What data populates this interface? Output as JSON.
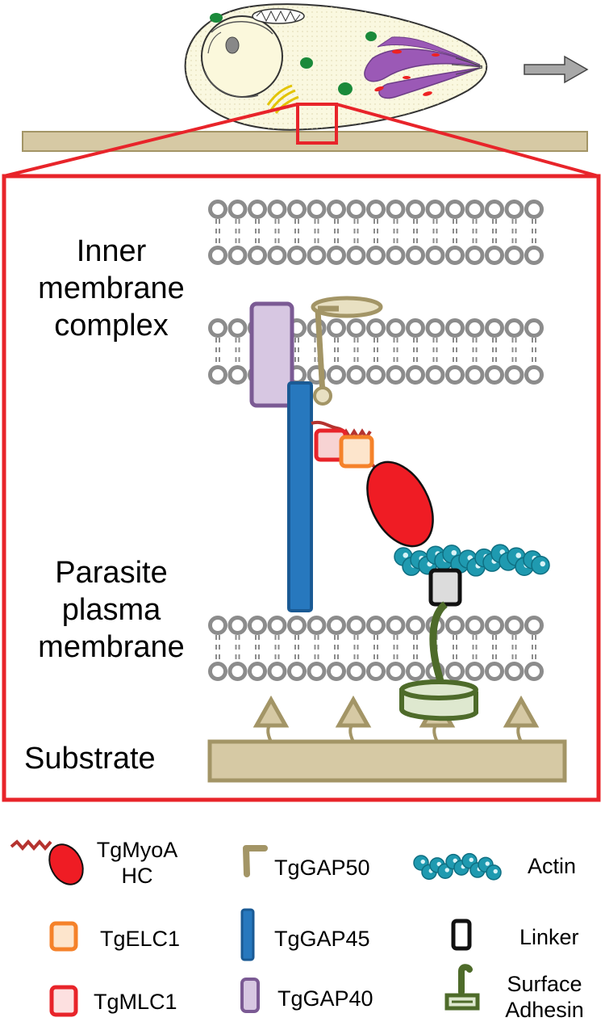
{
  "labels": {
    "inner_membrane": [
      "Inner",
      "membrane",
      "complex"
    ],
    "plasma_membrane": [
      "Parasite",
      "plasma",
      "membrane"
    ],
    "substrate": "Substrate"
  },
  "legend": {
    "myoa": [
      "TgMyoA",
      "HC"
    ],
    "gap50": "TgGAP50",
    "actin": "Actin",
    "elc1": "TgELC1",
    "gap45": "TgGAP45",
    "linker": "Linker",
    "mlc1": "TgMLC1",
    "gap40": "TgGAP40",
    "adhesin": [
      "Surface",
      "Adhesin"
    ]
  },
  "colors": {
    "frame": "#e8242a",
    "lipid": "#8c8c8c",
    "substrate_fill": "#d6c9a4",
    "substrate_stroke": "#a39566",
    "gap45": "#2778be",
    "gap40": "#7b5a94",
    "gap50": "#a39566",
    "myoa": "#ef1c24",
    "myoa_tail": "#b5332f",
    "elc1": "#f5822a",
    "mlc1": "#e8242a",
    "actin": "#1f9ab0",
    "linker": "#111111",
    "adhesin": "#4e6b2a"
  }
}
